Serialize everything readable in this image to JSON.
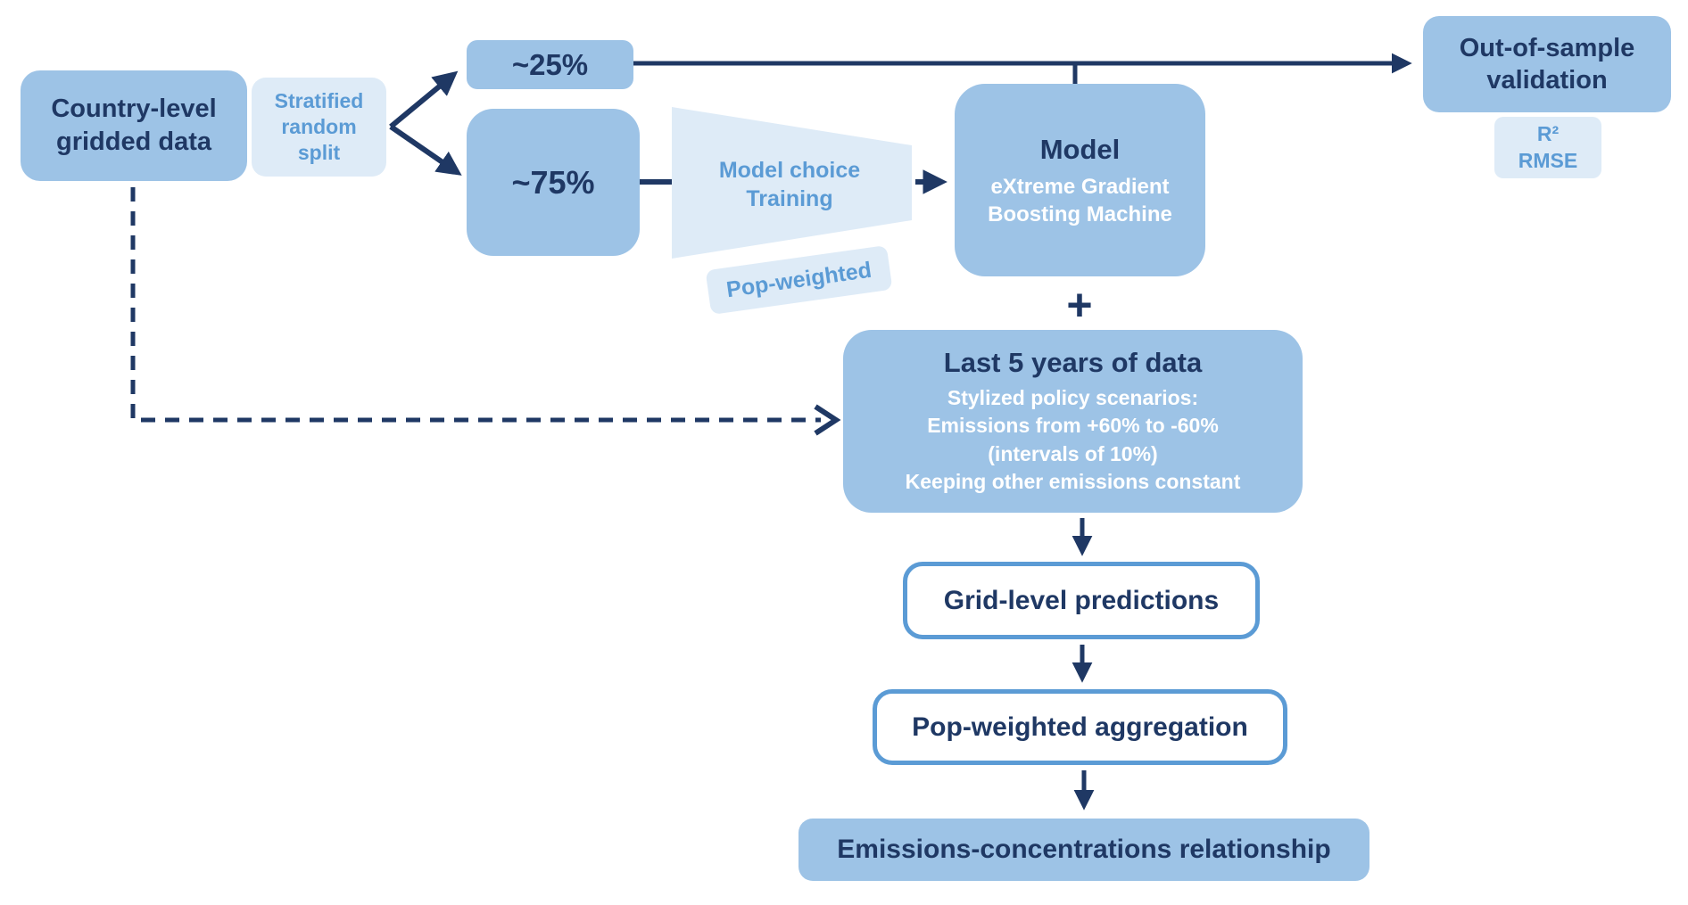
{
  "palette": {
    "box_fill_medium": "#9DC3E6",
    "box_fill_light": "#DEEBF7",
    "accent_blue": "#5B9BD5",
    "dark_navy": "#1F3864",
    "white": "#FFFFFF"
  },
  "nodes": {
    "country": {
      "label": "Country-level\ngridded data"
    },
    "stratified_split": {
      "label": "Stratified\nrandom\nsplit"
    },
    "test_split": {
      "label": "~25%"
    },
    "train_split": {
      "label": "~75%"
    },
    "training": {
      "label": "Model choice\nTraining"
    },
    "pop_weighted_tag": {
      "label": "Pop-weighted"
    },
    "model": {
      "title": "Model",
      "subtitle": "eXtreme Gradient\nBoosting Machine"
    },
    "validation": {
      "label": "Out-of-sample\nvalidation"
    },
    "metrics": {
      "label": "R²\nRMSE"
    },
    "plus": {
      "label": "+"
    },
    "scenarios": {
      "title": "Last 5 years of data",
      "body": "Stylized policy scenarios:\nEmissions from +60% to -60%\n(intervals of 10%)\nKeeping other emissions constant"
    },
    "grid_predictions": {
      "label": "Grid-level predictions"
    },
    "pop_aggregation": {
      "label": "Pop-weighted aggregation"
    },
    "emissions_relationship": {
      "label": "Emissions-concentrations relationship"
    }
  }
}
